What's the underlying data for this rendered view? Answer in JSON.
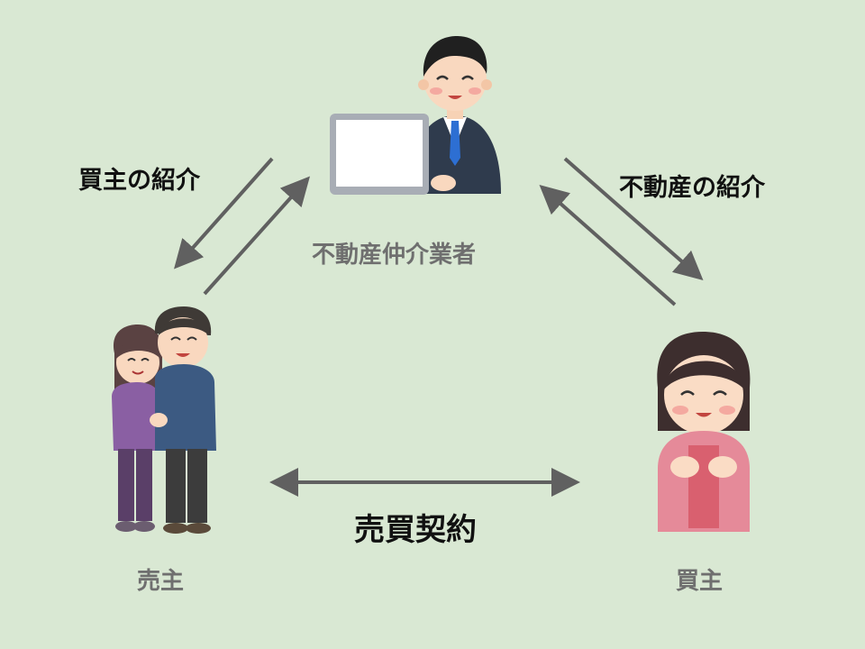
{
  "labels": {
    "buyer_intro": "買主の紹介",
    "property_intro": "不動産の紹介",
    "agent": "不動産仲介業者",
    "contract": "売買契約",
    "seller": "売主",
    "buyer": "買主"
  },
  "colors": {
    "background": "#d9e8d3",
    "arrow": "#606060",
    "label_black": "#111111",
    "label_gray": "#6f6f6f"
  },
  "figures": {
    "agent": "businessman-with-monitor",
    "seller": "elderly-couple",
    "buyer": "smiling-woman"
  }
}
